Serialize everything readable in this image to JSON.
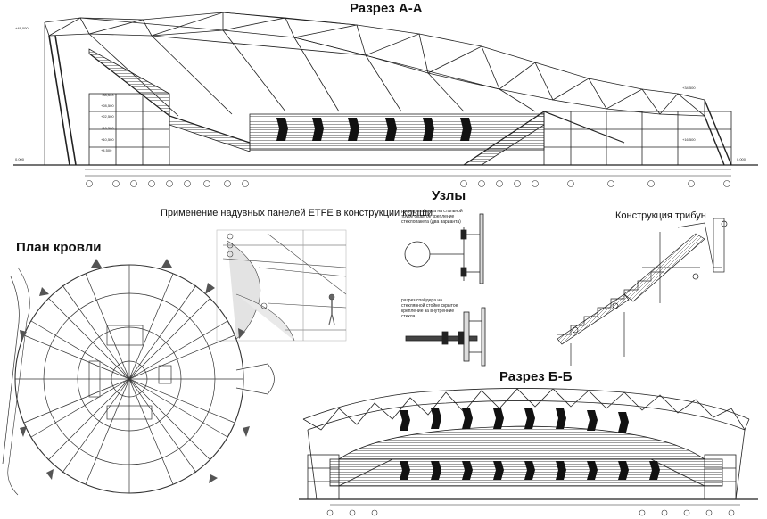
{
  "titles": {
    "section_aa": "Разрез А-А",
    "nodes": "Узлы",
    "roof_plan": "План кровли",
    "section_bb": "Разрез Б-Б"
  },
  "captions": {
    "etfe": "Применение надувных панелей ETFE в конструкции крыши",
    "stands": "Конструкция трибун"
  },
  "node_notes": {
    "note1": "разрез спайдера на стальной трубе скрытое крепление стеклопакета (два варианта)",
    "note2": "разрез спайдера на стеклянной стойке скрытое крепление за внутренние стекла"
  },
  "levels_left": [
    "+48,000",
    "+33,500",
    "+28,500",
    "+22,500",
    "+16,500",
    "+10,500",
    "+4,500",
    "0,000"
  ],
  "levels_right": [
    "+34,500",
    "+16,500",
    "0,000"
  ],
  "colors": {
    "ink": "#1a1a1a",
    "line": "#333333",
    "fill_dark": "#111111",
    "background": "#ffffff"
  }
}
